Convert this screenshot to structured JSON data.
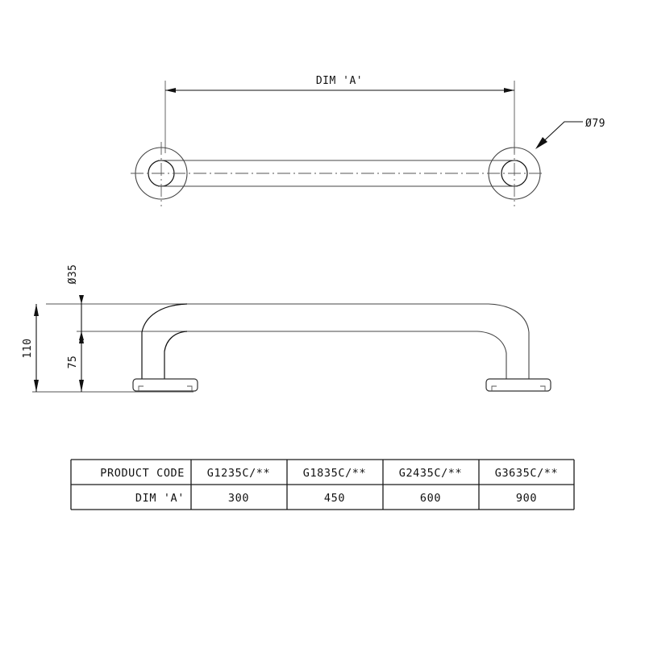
{
  "document": {
    "type": "engineering-drawing",
    "subject": "Grab rail / grab bar with flanged wall mounts",
    "line_color": "#444444",
    "text_color": "#111111",
    "background": "#ffffff"
  },
  "views": {
    "plan": {
      "name": "plan-view",
      "dimension_label": "DIM 'A'",
      "flange_diameter_label": "Ø79"
    },
    "elevation": {
      "name": "side-elevation-view",
      "tube_diameter_label": "Ø35",
      "overall_height_label": "110",
      "inner_height_label": "75"
    }
  },
  "annotations": [
    {
      "id": "dim-a",
      "text": "DIM 'A'",
      "kind": "linear-dimension"
    },
    {
      "id": "dia-79",
      "text": "Ø79",
      "kind": "leader-diameter"
    },
    {
      "id": "dia-35",
      "text": "Ø35",
      "kind": "leader-diameter"
    },
    {
      "id": "h-110",
      "text": "110",
      "kind": "linear-dimension"
    },
    {
      "id": "h-75",
      "text": "75",
      "kind": "linear-dimension"
    }
  ],
  "table": {
    "name": "product-code-table",
    "row_labels": [
      "PRODUCT CODE",
      "DIM 'A'"
    ],
    "columns": [
      {
        "code": "G1235C/**",
        "dim_a": "300"
      },
      {
        "code": "G1835C/**",
        "dim_a": "450"
      },
      {
        "code": "G2435C/**",
        "dim_a": "600"
      },
      {
        "code": "G3635C/**",
        "dim_a": "900"
      }
    ]
  }
}
